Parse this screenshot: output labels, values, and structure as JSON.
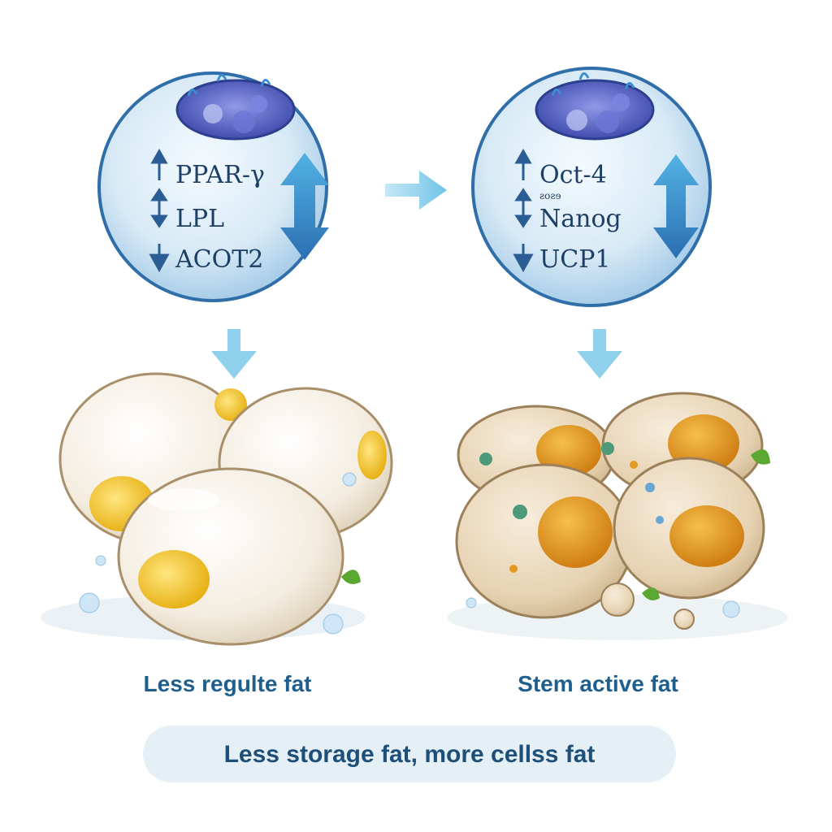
{
  "left_cell": {
    "genes": [
      {
        "label": "PPAR-γ",
        "arrow": "up"
      },
      {
        "label": "LPL",
        "arrow": "up-down"
      },
      {
        "label": "ACOT2",
        "arrow": "down"
      }
    ]
  },
  "right_cell": {
    "genes": [
      {
        "label": "Oct-4",
        "arrow": "up"
      },
      {
        "label": "Nanog",
        "arrow": "up-down"
      },
      {
        "label": "UCP1",
        "arrow": "down"
      }
    ],
    "small_text": "ƨoƨɘ"
  },
  "left_caption": "Less regulte fat",
  "right_caption": "Stem active fat",
  "bottom_banner": "Less storage fat, more cellss fat",
  "colors": {
    "sphere_fill": "#d8eaf6",
    "sphere_border": "#2f6ea8",
    "arrow_blue": "#3f9bd1",
    "caption": "#1f5f8e",
    "pill_bg": "#e4eff6",
    "white_fat": "#f3ecdf",
    "yolk": "#f2c21b",
    "brown_fat": "#e9d6b8",
    "brown_droplet": "#e49a22"
  }
}
